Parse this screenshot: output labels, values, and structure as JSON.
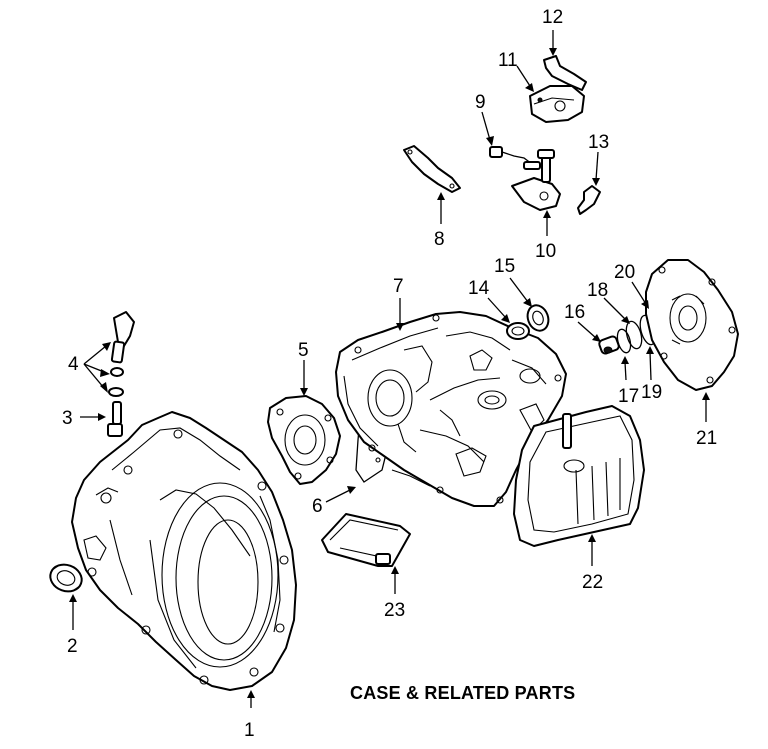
{
  "caption": "CASE & RELATED PARTS",
  "callouts": [
    "1",
    "2",
    "3",
    "4",
    "5",
    "6",
    "7",
    "8",
    "9",
    "10",
    "11",
    "12",
    "13",
    "14",
    "15",
    "16",
    "17",
    "18",
    "19",
    "20",
    "21",
    "22",
    "23"
  ],
  "colors": {
    "line": "#000000",
    "background": "#ffffff"
  }
}
